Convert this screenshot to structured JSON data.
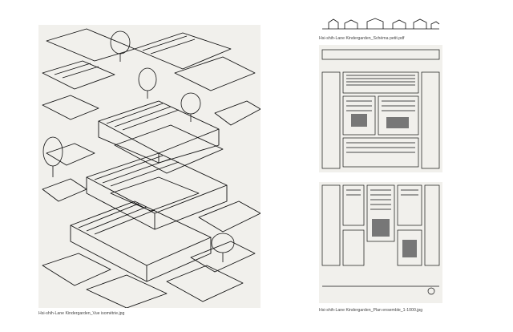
{
  "viewer": {
    "background_color": "#ffffff",
    "panel_color": "#f1f0ec",
    "line_color": "#111111"
  },
  "images": [
    {
      "caption": "Hsi-shih-Lane Kindergarden_Vue isométrie.jpg",
      "kind": "isometric-sketch"
    },
    {
      "caption": "Hsi-shih-Lane Kindergarden_Schéma petit.pdf",
      "kind": "elevation-strip"
    },
    {
      "caption": "Hsi-shih-Lane Kindergarden_Plan ensemble_1-1000.jpg",
      "kind": "site-plan"
    }
  ]
}
